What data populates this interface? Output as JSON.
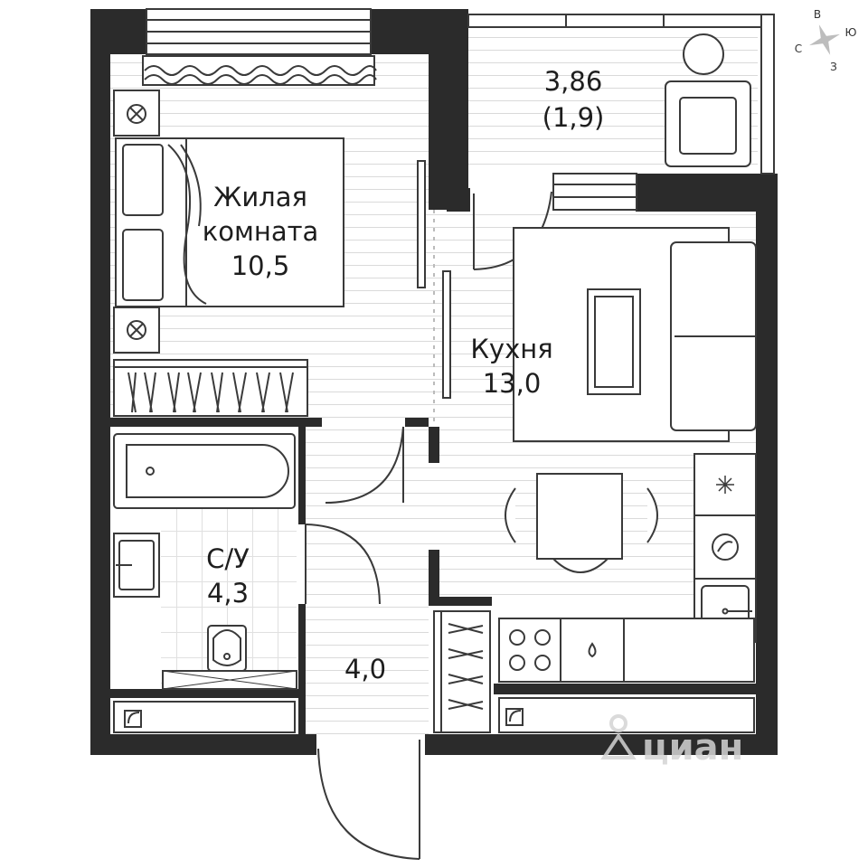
{
  "rooms": {
    "living": {
      "name_line1": "Жилая",
      "name_line2": "комната",
      "area": "10,5"
    },
    "kitchen": {
      "name": "Кухня",
      "area": "13,0"
    },
    "bathroom": {
      "name": "С/У",
      "area": "4,3"
    },
    "hallway": {
      "area": "4,0"
    },
    "balcony": {
      "area": "3,86",
      "area_reduced": "(1,9)"
    }
  },
  "compass": {
    "north": "С",
    "south": "Ю",
    "west": "З",
    "east": "В"
  },
  "watermark": "циан",
  "colors": {
    "wall": "#2b2b2b",
    "line": "#3a3a3a",
    "floor_line": "#d9d9d9",
    "watermark": "#d4d4d4"
  }
}
